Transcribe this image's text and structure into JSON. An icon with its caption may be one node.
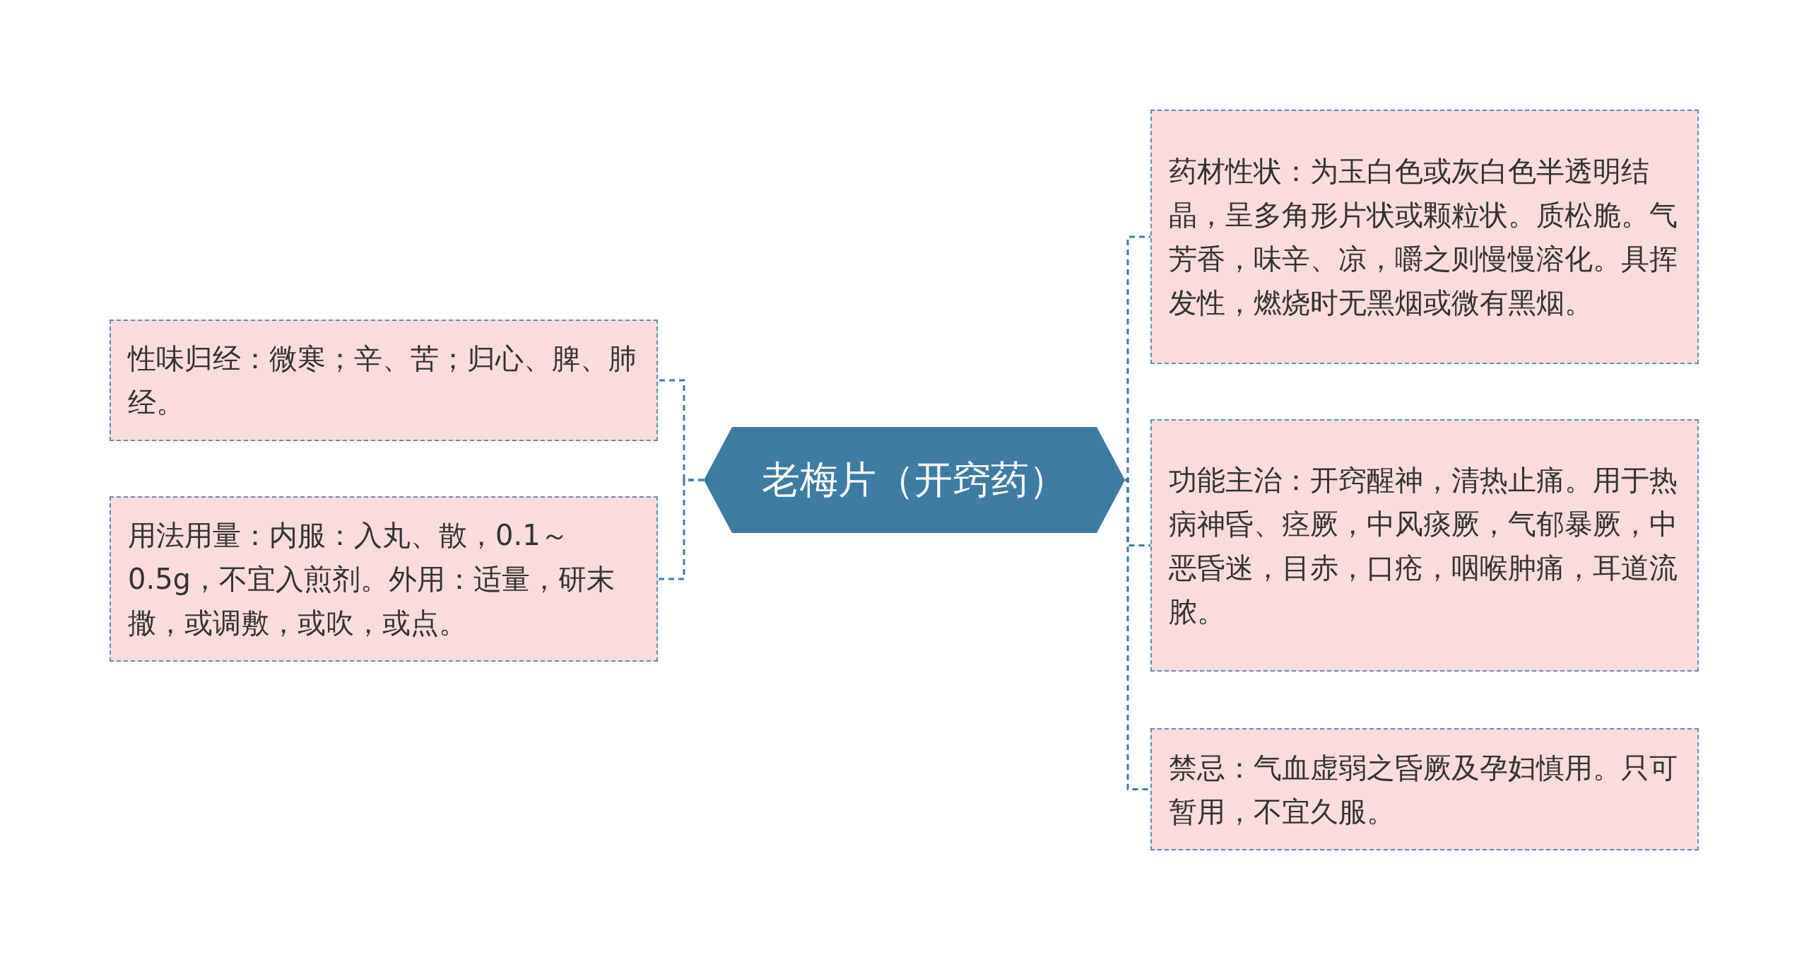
{
  "diagram": {
    "nodes": [
      {
        "text": [
          "老梅片（开窍药）"
        ]
      },
      {
        "text": [
          "性味归经：微寒；辛、苦；归心、脾、肺经。"
        ]
      },
      {
        "text": [
          "用法用量：内服：入丸、散，0.1～0.5g，不宜入煎剂。外用：适量，研末撒，或调敷，或吹，或点。"
        ]
      },
      {
        "text": [
          "药材性状：为玉白色或灰白色半透明结晶，呈多角形片状或颗粒状。质松脆。气芳香，味辛、凉，嚼之则慢慢溶化。具挥发性，燃烧时无黑烟或微有黑烟。"
        ]
      },
      {
        "text": [
          "功能主治：开窍醒神，清热止痛。用于热病神昏、痉厥，中风痰厥，气郁暴厥，中恶昏迷，目赤，口疮，咽喉肿痛，耳道流脓。"
        ]
      },
      {
        "text": [
          "禁忌：气血虚弱之昏厥及孕妇慎用。只可暂用，不宜久服。"
        ]
      }
    ],
    "edges": [
      {
        "from": 0,
        "to": 1,
        "arrow": "none",
        "style": "dashed"
      },
      {
        "from": 0,
        "to": 2,
        "arrow": "none",
        "style": "dashed"
      },
      {
        "from": 0,
        "to": 3,
        "arrow": "none",
        "style": "dashed"
      },
      {
        "from": 0,
        "to": 4,
        "arrow": "none",
        "style": "dashed"
      },
      {
        "from": 0,
        "to": 5,
        "arrow": "none",
        "style": "dashed"
      }
    ]
  }
}
